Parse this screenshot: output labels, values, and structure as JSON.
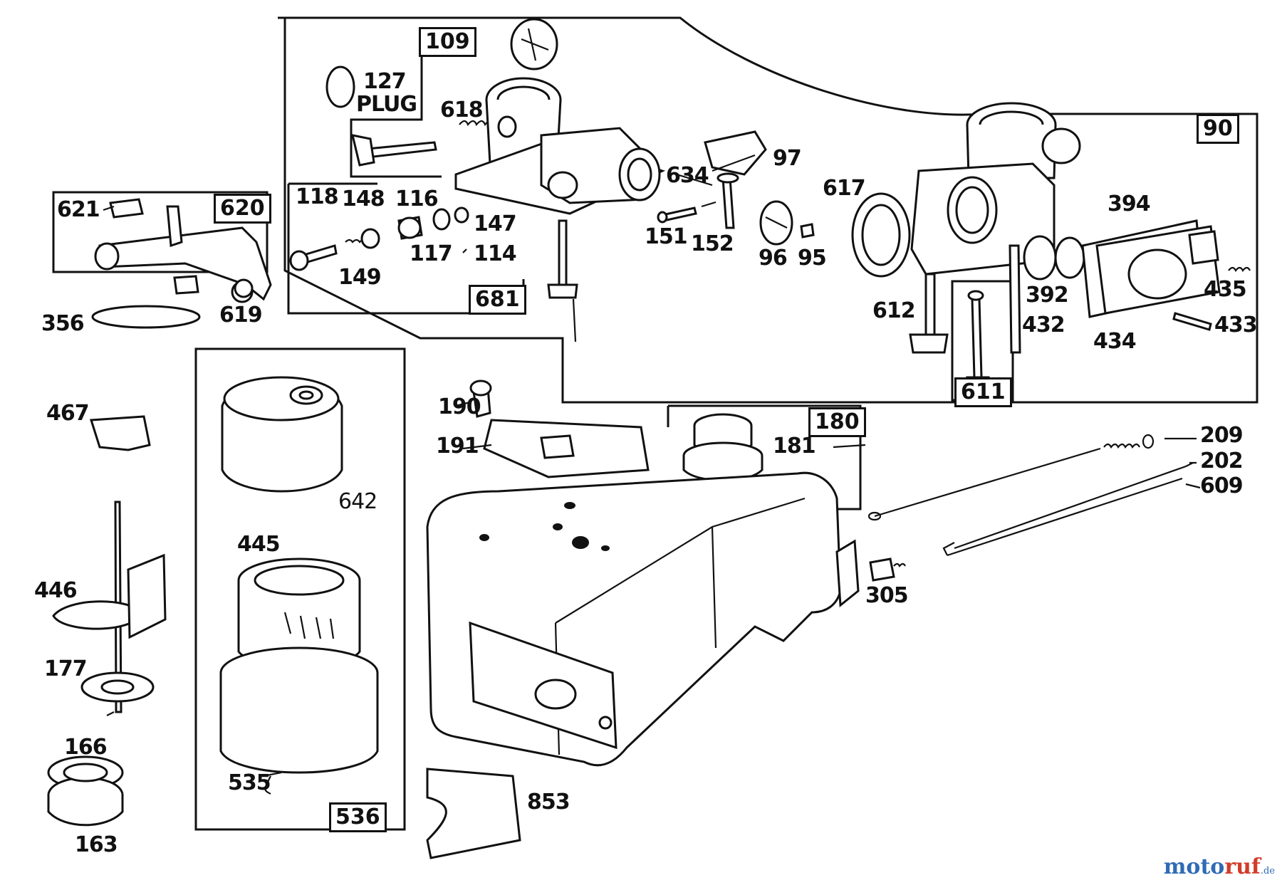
{
  "diagram": {
    "group_labels": {
      "g90": "90",
      "g109": "109",
      "g180": "180",
      "g536": "536",
      "g611": "611",
      "g620": "620",
      "g681": "681"
    },
    "part_labels": {
      "p127": "127",
      "plug": "PLUG",
      "p618": "618",
      "p97": "97",
      "p634": "634",
      "p617": "617",
      "p394": "394",
      "p118": "118",
      "p148": "148",
      "p116": "116",
      "p147": "147",
      "p117": "117",
      "p114": "114",
      "p149": "149",
      "p151": "151",
      "p152": "152",
      "p96": "96",
      "p95": "95",
      "p435": "435",
      "p392": "392",
      "p612": "612",
      "p432": "432",
      "p433": "433",
      "p434": "434",
      "p621": "621",
      "p356": "356",
      "p619": "619",
      "p467": "467",
      "p642": "642",
      "p445": "445",
      "p446": "446",
      "p177": "177",
      "p166": "166",
      "p163": "163",
      "p535": "535",
      "p190": "190",
      "p191": "191",
      "p181": "181",
      "p209": "209",
      "p202": "202",
      "p609": "609",
      "p305": "305",
      "p853": "853"
    }
  },
  "watermark": {
    "part1": "moto",
    "part2": "ruf",
    "suffix": ".de"
  }
}
